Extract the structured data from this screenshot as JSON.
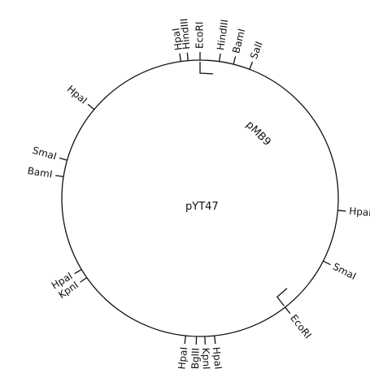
{
  "plasmid": {
    "name": "pYT47",
    "insert_name": "pMB9"
  },
  "sites": [
    {
      "id": "hpaI-top",
      "label": "HpaI",
      "angle": -8.0
    },
    {
      "id": "hindIII-top-1",
      "label": "HindIII",
      "angle": -5.0
    },
    {
      "id": "ecoRI-top",
      "label": "EcoRI",
      "angle": 0.0
    },
    {
      "id": "hindIII-top-2",
      "label": "HindIII",
      "angle": 8.0
    },
    {
      "id": "bamI-top",
      "label": "BamI",
      "angle": 14.0
    },
    {
      "id": "salI-top",
      "label": "SalI",
      "angle": 21.0
    },
    {
      "id": "hpaI-right",
      "label": "HpaI",
      "angle": 95.0
    },
    {
      "id": "smaI-right",
      "label": "SmaI",
      "angle": 117.0
    },
    {
      "id": "ecoRI-bottom",
      "label": "EcoRI",
      "angle": 142.0
    },
    {
      "id": "hpaI-bottom-1",
      "label": "HpaI",
      "angle": 174.0
    },
    {
      "id": "kpnI-bottom",
      "label": "KpnI",
      "angle": 178.0
    },
    {
      "id": "bglII-bottom",
      "label": "BglII",
      "angle": 181.5
    },
    {
      "id": "hpaI-bottom-2",
      "label": "HpaI",
      "angle": 186.0
    },
    {
      "id": "hpaI-left-low",
      "label": "HpaI",
      "angle": 239.0
    },
    {
      "id": "kpnI-left",
      "label": "KpnI",
      "angle": 235.0
    },
    {
      "id": "bamI-left",
      "label": "BamI",
      "angle": 279.0
    },
    {
      "id": "smaI-left",
      "label": "SmaI",
      "angle": 286.0
    },
    {
      "id": "hpaI-left-top",
      "label": "HpaI",
      "angle": 310.0
    }
  ],
  "insert_region": {
    "start_angle": 0.0,
    "end_angle": 142.0
  }
}
